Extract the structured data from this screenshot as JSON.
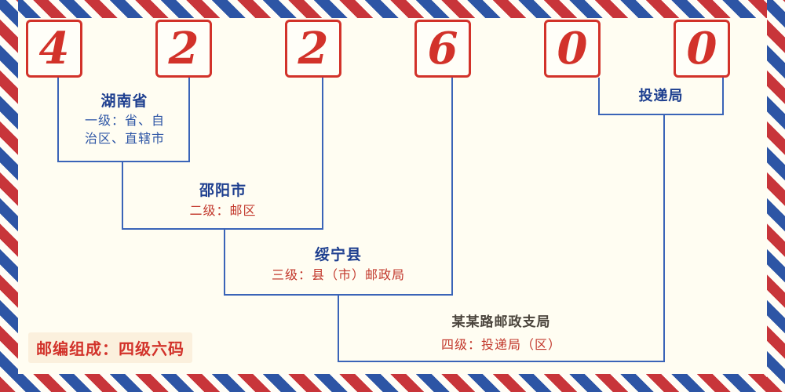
{
  "postal_code": {
    "digits": [
      "4",
      "2",
      "2",
      "6",
      "0",
      "0"
    ]
  },
  "levels": [
    {
      "name": "湖南省",
      "desc": "一级：省、自治区、直辖市"
    },
    {
      "name": "邵阳市",
      "desc": "二级：邮区"
    },
    {
      "name": "绥宁县",
      "desc": "三级：县（市）邮政局"
    },
    {
      "name": "某某路邮政支局",
      "desc": "四级：投递局（区）"
    }
  ],
  "delivery_office_label": "投递局",
  "footer_note": "邮编组成：四级六码",
  "colors": {
    "envelope_red": "#c8353a",
    "envelope_blue": "#2d55a5",
    "digit_red": "#d2322a",
    "place_navy": "#1d3e8f",
    "desc_blue": "#2d55a5",
    "desc_red": "#c2372b",
    "level4_name": "#4a443c",
    "line_blue": "#3a64b8",
    "background": "#fffdf2"
  }
}
